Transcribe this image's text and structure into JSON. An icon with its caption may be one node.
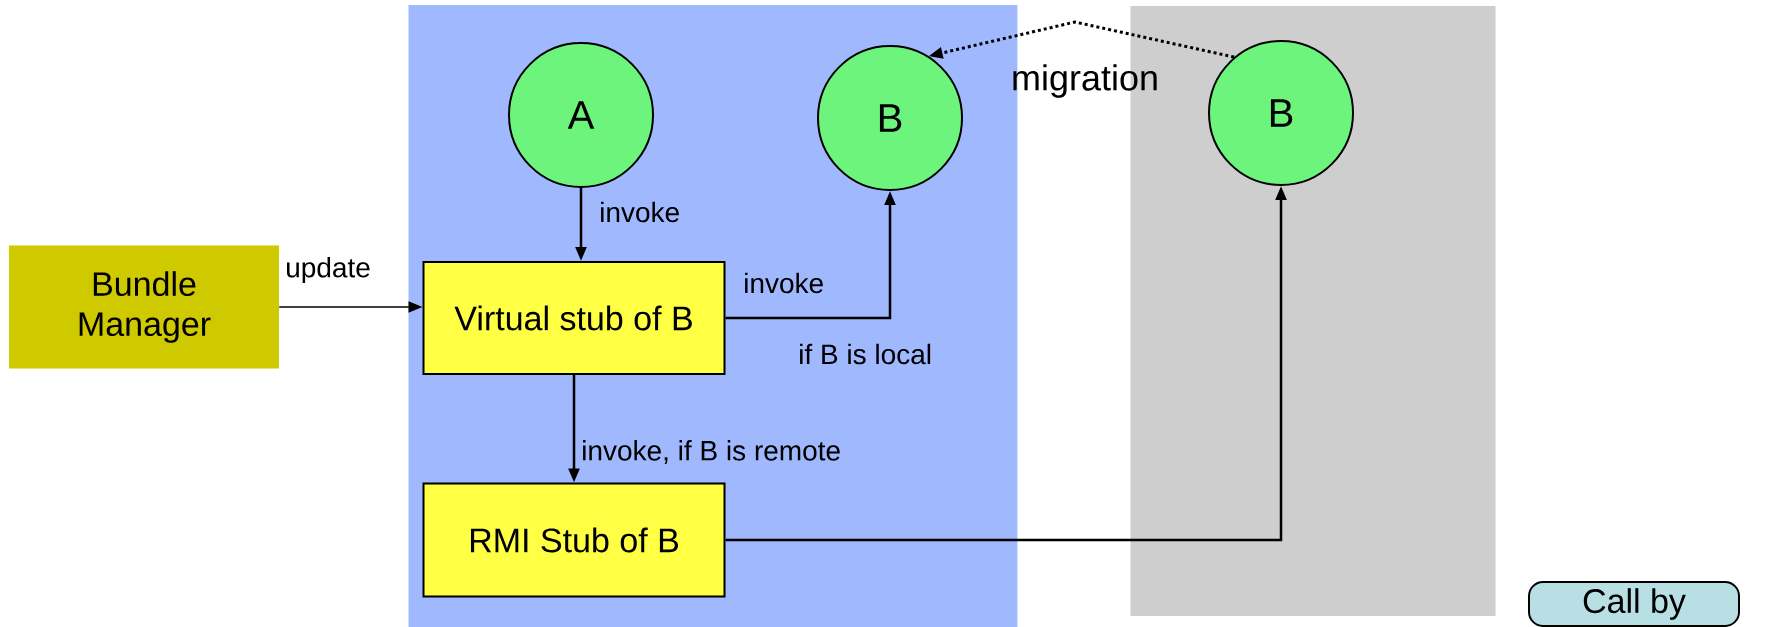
{
  "diagram": {
    "nodes": [
      {
        "text": [
          "Bundle Manager"
        ]
      },
      {
        "text": [],
        "shape": "box"
      },
      {
        "text": [
          "A"
        ],
        "in": 1
      },
      {
        "text": [
          "B"
        ],
        "in": 1
      },
      {
        "text": [
          "Virtual stub of B"
        ],
        "in": 1
      },
      {
        "text": [
          "RMI Stub of B"
        ],
        "in": 1
      },
      {
        "text": [],
        "shape": "box"
      },
      {
        "text": [
          "B"
        ],
        "in": 6
      },
      {
        "text": [
          "Call by"
        ]
      }
    ],
    "edges": [
      {
        "from": 0,
        "to": 4,
        "arrow": "to",
        "label": "update"
      },
      {
        "from": 2,
        "to": 4,
        "arrow": "to",
        "label": "invoke"
      },
      {
        "from": 4,
        "to": 3,
        "arrow": "to",
        "label": "invoke"
      },
      {
        "from": 4,
        "to": 5,
        "arrow": "to",
        "label": "invoke, if B is remote"
      },
      {
        "from": 5,
        "to": 7,
        "arrow": "to"
      },
      {
        "from": 7,
        "to": 3,
        "arrow": "to",
        "label": "migration",
        "style": "dashed"
      }
    ],
    "labels": [
      "if B is local"
    ]
  }
}
